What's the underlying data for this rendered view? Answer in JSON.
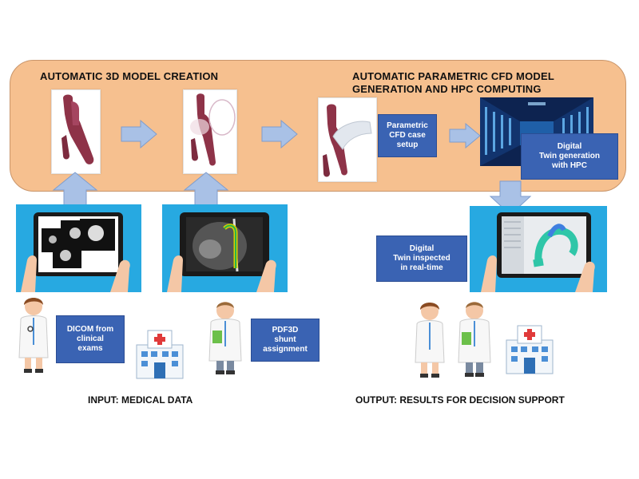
{
  "titles": {
    "model_creation": "AUTOMATIC 3D MODEL CREATION",
    "cfd_line1": "AUTOMATIC PARAMETRIC CFD MODEL",
    "cfd_line2": "GENERATION AND HPC COMPUTING"
  },
  "boxes": {
    "cfd_setup": [
      "Parametric",
      "CFD case",
      "setup"
    ],
    "digital_twin_hpc": [
      "Digital",
      "Twin generation",
      "with HPC"
    ],
    "twin_inspected": [
      "Digital",
      "Twin inspected",
      "in real-time"
    ],
    "dicom": [
      "DICOM from",
      "clinical",
      "exams"
    ],
    "pdf3d": [
      "PDF3D",
      "shunt",
      "assignment"
    ]
  },
  "captions": {
    "input": "INPUT: MEDICAL DATA",
    "output": "OUTPUT: RESULTS FOR DECISION SUPPORT"
  },
  "colors": {
    "panel": "#f6c08f",
    "box": "#3a63b3",
    "arrow": "#a9c1e6",
    "tablet_bg": "#27a9e1",
    "vessel": "#8e3348"
  }
}
